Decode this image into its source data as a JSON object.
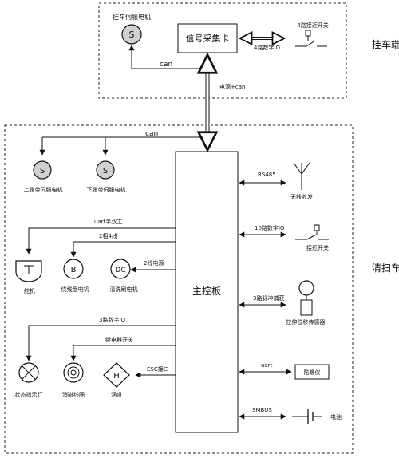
{
  "trailer": {
    "region_label": "挂车端",
    "motor_label": "挂车伺服电机",
    "motor_symbol": "S",
    "card_label": "信号采集卡",
    "link_can": "can",
    "link_io4": "4路数字IO",
    "sensor_label": "4路接近开关",
    "power_link": "电源+can"
  },
  "sweeper": {
    "region_label": "清扫车",
    "main_board": "主控板",
    "can_bus": "can",
    "upper_motor_symbol": "S",
    "upper_motor_label": "上履带伺服电机",
    "lower_motor_symbol": "S",
    "lower_motor_label": "下履带伺服电机",
    "uart_half": "uart半双工",
    "two_phase": "2相4线",
    "two_wire_power": "2线电源",
    "rudder_label": "舵机",
    "winder_symbol": "B",
    "winder_label": "绕线盘电机",
    "brush_symbol": "DC",
    "brush_label": "清洗刷电机",
    "io3": "3路数字IO",
    "relay": "继电器开关",
    "esc": "ESC接口",
    "status_light_label": "状态指示灯",
    "demag_label": "消磁线圈",
    "duct_symbol": "H",
    "duct_label": "涵道",
    "rs485": "RS485",
    "wireless_label": "无线收发",
    "io10": "10路数字IO",
    "prox_label": "接近开关",
    "pulse3": "3路脉冲捕获",
    "encoder_label": "拉伸位移传感器",
    "uart": "uart",
    "gyro_label": "陀螺仪",
    "smbus": "SMBUS",
    "battery_label": "电池"
  }
}
